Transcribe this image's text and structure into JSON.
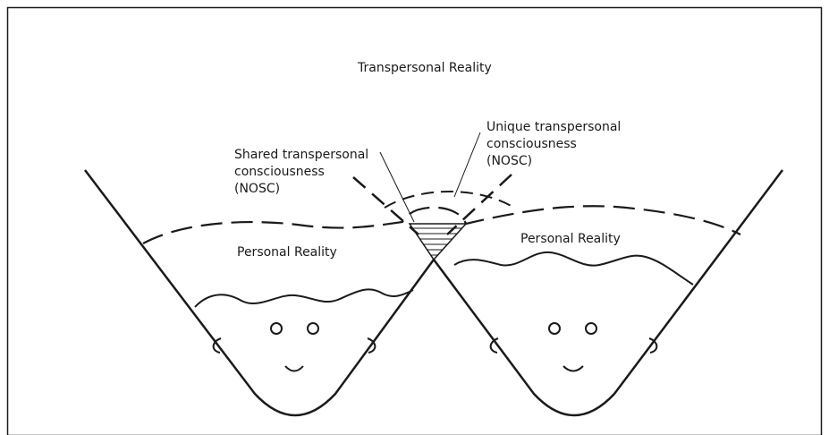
{
  "labels": {
    "transpersonal_reality": "Transpersonal Reality",
    "unique": {
      "line1": "Unique transpersonal",
      "line2": "consciousness",
      "line3": "(NOSC)"
    },
    "shared": {
      "line1": "Shared transpersonal",
      "line2": "consciousness",
      "line3": "(NOSC)"
    },
    "personal_reality_left": "Personal Reality",
    "personal_reality_right": "Personal Reality"
  },
  "colors": {
    "stroke": "#1a1a1a",
    "background": "#ffffff"
  }
}
